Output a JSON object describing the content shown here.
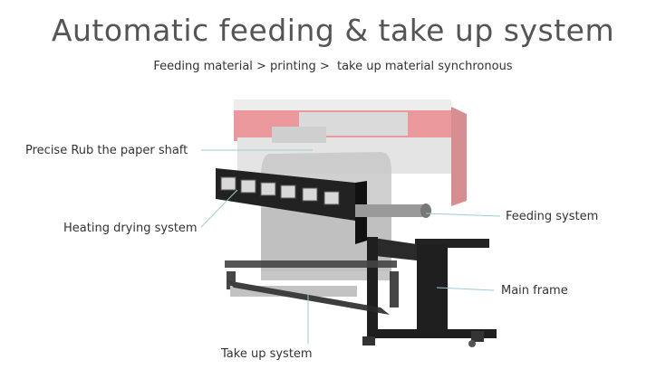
{
  "header": {
    "title": "Automatic feeding & take up system",
    "subtitle": "Feeding material > printing >  take up material synchronous"
  },
  "callouts": {
    "paper_shaft": "Precise Rub the paper shaft",
    "heating": "Heating drying system",
    "feeding": "Feeding system",
    "main_frame": "Main frame",
    "take_up": "Take up system"
  },
  "colors": {
    "printer_red": "#d9444a",
    "frame_black": "#1f1f1f",
    "leader_line": "#9fc9d6",
    "media_gray": "#c8c8c8"
  }
}
